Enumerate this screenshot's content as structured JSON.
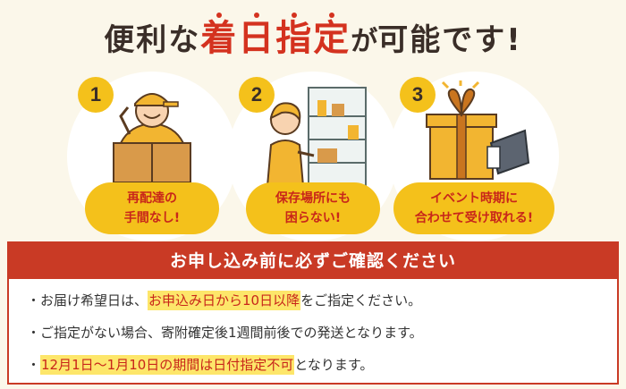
{
  "title": {
    "part1": "便利な",
    "accent": "着日指定",
    "part2": "が",
    "part3": "可能です!"
  },
  "steps": [
    {
      "number": "1",
      "label": "再配達の\n手間なし!",
      "icon": "delivery-person-icon"
    },
    {
      "number": "2",
      "label": "保存場所にも\n困らない!",
      "icon": "woman-fridge-icon"
    },
    {
      "number": "3",
      "label": "イベント時期に\n合わせて受け取れる!",
      "icon": "gift-box-icon"
    }
  ],
  "notice": {
    "heading": "お申し込み前に必ずご確認ください",
    "items": [
      {
        "prefix": "・お届け希望日は、",
        "highlight": "お申込み日から10日以降",
        "suffix": "をご指定ください。"
      },
      {
        "prefix": "・ご指定がない場合、寄附確定後1週間前後での発送となります。",
        "highlight": "",
        "suffix": ""
      },
      {
        "prefix": "・",
        "highlight": "12月1日～1月10日の期間は日付指定不可",
        "suffix": "となります。"
      }
    ]
  },
  "colors": {
    "background": "#fbf7ea",
    "accent_red": "#c93a25",
    "yellow": "#f4c11b",
    "highlight": "#fde66a"
  }
}
